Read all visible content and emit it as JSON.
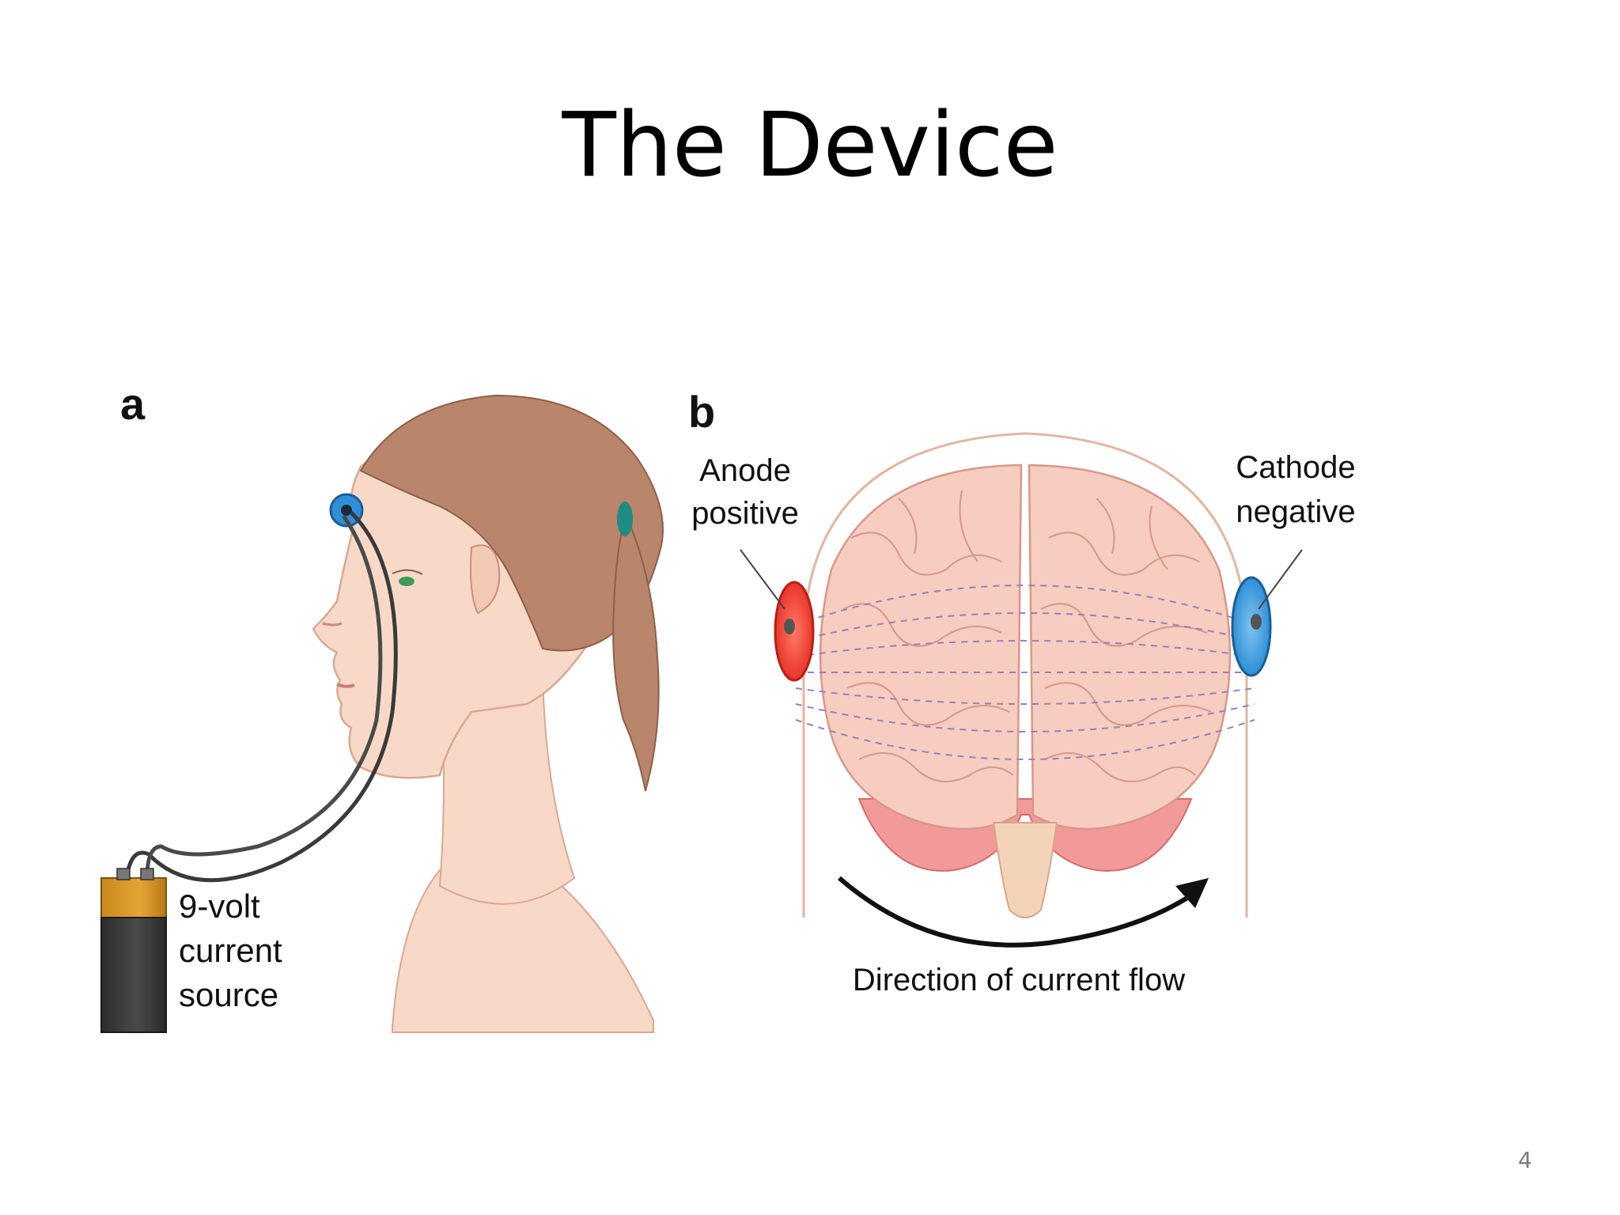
{
  "slide": {
    "title": "The Device",
    "page_number": "4"
  },
  "figure": {
    "panel_a": {
      "letter": "a",
      "battery_label": [
        "9-volt",
        "current",
        "source"
      ]
    },
    "panel_b": {
      "letter": "b",
      "anode_label": [
        "Anode",
        "positive"
      ],
      "cathode_label": [
        "Cathode",
        "negative"
      ],
      "flow_caption": "Direction of current flow"
    },
    "colors": {
      "anode": "#e8352a",
      "cathode": "#2f8fd6",
      "skin": "#f8d9c8",
      "hair": "#b9856b",
      "brain": "#f6cdbf"
    }
  }
}
